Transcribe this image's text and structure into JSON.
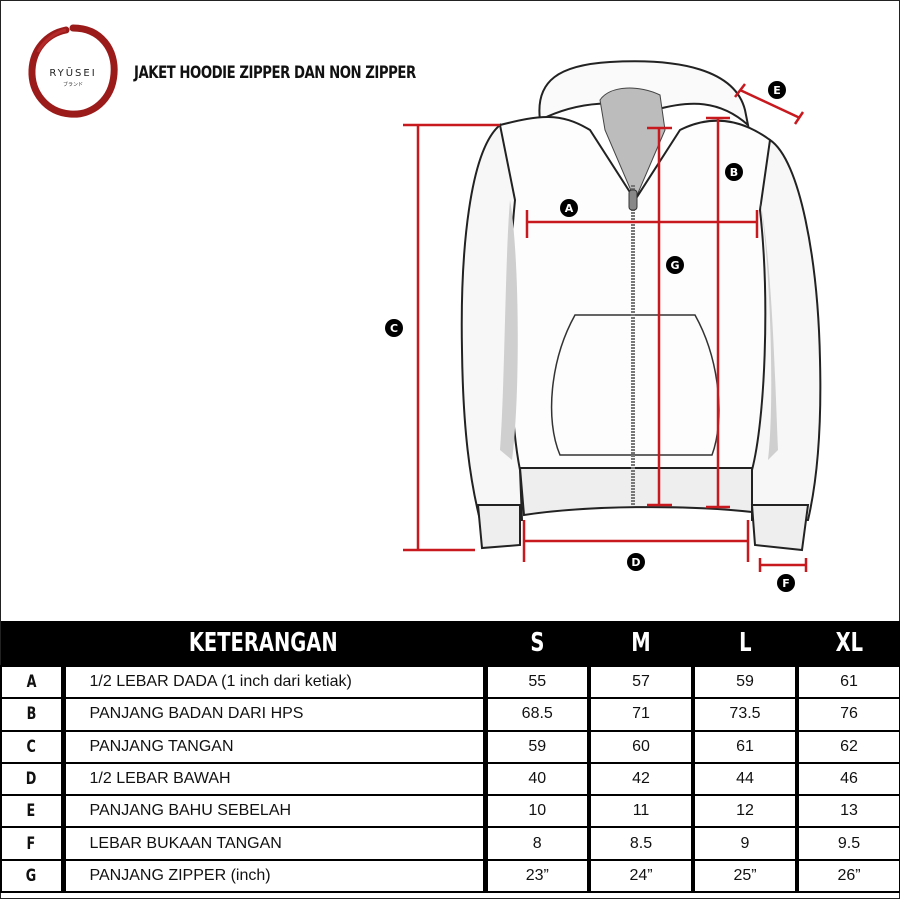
{
  "header": {
    "brand": "RYŪSEI",
    "brand_sub": "ブランド",
    "title": "JAKET HOODIE ZIPPER DAN NON ZIPPER"
  },
  "colors": {
    "accent_red": "#c8191f",
    "logo_red": "#9b1b1b",
    "header_bg": "#000000"
  },
  "diagram": {
    "markers": [
      "A",
      "B",
      "C",
      "D",
      "E",
      "F",
      "G"
    ]
  },
  "table": {
    "header": {
      "label": "KETERANGAN",
      "sizes": [
        "S",
        "M",
        "L",
        "XL"
      ]
    },
    "rows": [
      {
        "key": "A",
        "desc": "1/2 LEBAR DADA (1 inch dari ketiak)",
        "values": [
          "55",
          "57",
          "59",
          "61"
        ]
      },
      {
        "key": "B",
        "desc": "PANJANG BADAN DARI HPS",
        "values": [
          "68.5",
          "71",
          "73.5",
          "76"
        ]
      },
      {
        "key": "C",
        "desc": "PANJANG TANGAN",
        "values": [
          "59",
          "60",
          "61",
          "62"
        ]
      },
      {
        "key": "D",
        "desc": "1/2 LEBAR BAWAH",
        "values": [
          "40",
          "42",
          "44",
          "46"
        ]
      },
      {
        "key": "E",
        "desc": "PANJANG BAHU SEBELAH",
        "values": [
          "10",
          "11",
          "12",
          "13"
        ]
      },
      {
        "key": "F",
        "desc": "LEBAR BUKAAN TANGAN",
        "values": [
          "8",
          "8.5",
          "9",
          "9.5"
        ]
      },
      {
        "key": "G",
        "desc": "PANJANG ZIPPER (inch)",
        "values": [
          "23”",
          "24”",
          "25”",
          "26”"
        ]
      }
    ]
  }
}
